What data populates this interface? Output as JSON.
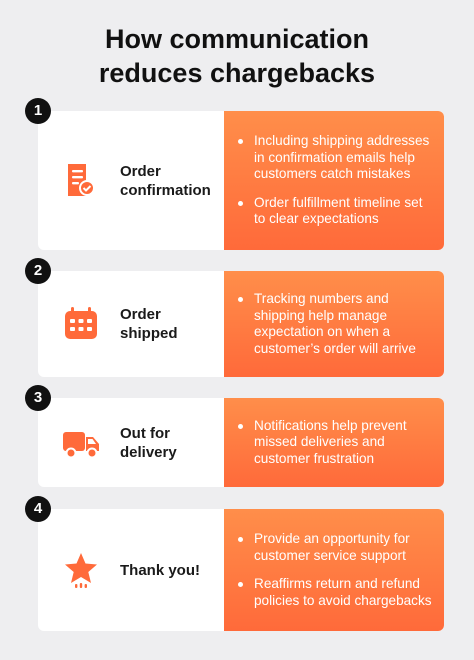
{
  "title_line1": "How communication",
  "title_line2": "reduces chargebacks",
  "colors": {
    "accent": "#ff6f3c",
    "card": "#ffffff",
    "background": "#eeeef0",
    "badge": "#111111"
  },
  "steps": [
    {
      "number": "1",
      "icon": "document-check-icon",
      "label_line1": "Order",
      "label_line2": "confirmation",
      "bullets": [
        "Including shipping addresses in confirmation emails help customers catch mistakes",
        "Order fulfillment timeline set to clear expectations"
      ]
    },
    {
      "number": "2",
      "icon": "calendar-icon",
      "label_line1": "Order",
      "label_line2": "shipped",
      "bullets": [
        "Tracking numbers and shipping help manage expectation on when a customer’s order will arrive"
      ]
    },
    {
      "number": "3",
      "icon": "delivery-truck-icon",
      "label_line1": "Out for",
      "label_line2": "delivery",
      "bullets": [
        "Notifications help prevent missed deliveries and customer frustration"
      ]
    },
    {
      "number": "4",
      "icon": "star-icon",
      "label_line1": "Thank you!",
      "label_line2": "",
      "bullets": [
        "Provide an opportunity for customer service support",
        "Reaffirms return and refund policies to avoid chargebacks"
      ]
    }
  ]
}
